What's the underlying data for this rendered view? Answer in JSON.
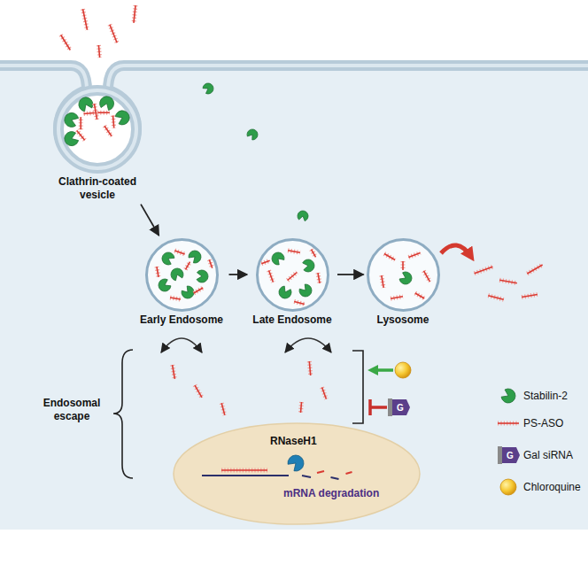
{
  "diagram": {
    "nodes": [
      {
        "text": [
          "Clathrin-coated vesicle"
        ]
      },
      {
        "text": [
          "Early Endosome"
        ]
      },
      {
        "text": [
          "Late Endosome"
        ]
      },
      {
        "text": [
          "Lysosome"
        ]
      },
      {
        "text": [
          "RNaseH1",
          "mRNA degradation"
        ]
      }
    ],
    "edges": [
      {
        "from": 0,
        "to": 1,
        "arrow": "to"
      },
      {
        "from": 1,
        "to": 2,
        "arrow": "to"
      },
      {
        "from": 2,
        "to": 3,
        "arrow": "to"
      }
    ],
    "labels": [
      "Endosomal escape",
      "G",
      "G"
    ],
    "legend": [
      {
        "text": "Stabilin-2"
      },
      {
        "text": "PS-ASO"
      },
      {
        "text": "Gal siRNA"
      },
      {
        "text": "Chloroquine"
      }
    ]
  }
}
